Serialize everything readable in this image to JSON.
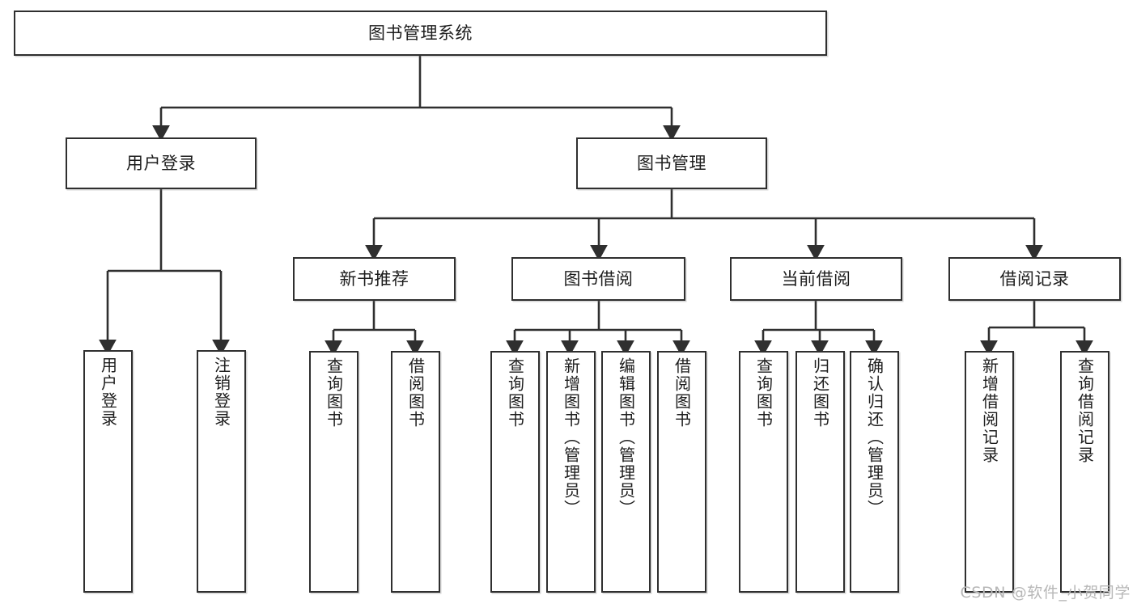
{
  "diagram": {
    "type": "tree-hierarchy",
    "title": "图书管理系统",
    "watermark": "CSDN @软件_小贺同学",
    "colors": {
      "stroke": "#2f2f2f",
      "fill": "#ffffff",
      "text": "#1d1d1d",
      "watermark": "#b7b7b7"
    },
    "nodes": {
      "root": {
        "label": "图书管理系统"
      },
      "level2": [
        {
          "label": "用户登录"
        },
        {
          "label": "图书管理"
        }
      ],
      "level3": [
        {
          "label": "新书推荐"
        },
        {
          "label": "图书借阅"
        },
        {
          "label": "当前借阅"
        },
        {
          "label": "借阅记录"
        }
      ],
      "leaves": {
        "user_login": [
          {
            "label": "用户登录"
          },
          {
            "label": "注销登录"
          }
        ],
        "new_book_rec": [
          {
            "label": "查询图书"
          },
          {
            "label": "借阅图书"
          }
        ],
        "book_borrow": [
          {
            "label": "查询图书"
          },
          {
            "label": "新增图书（管理员）"
          },
          {
            "label": "编辑图书（管理员）"
          },
          {
            "label": "借阅图书"
          }
        ],
        "current_borrow": [
          {
            "label": "查询图书"
          },
          {
            "label": "归还图书"
          },
          {
            "label": "确认归还（管理员）"
          }
        ],
        "borrow_record": [
          {
            "label": "新增借阅记录"
          },
          {
            "label": "查询借阅记录"
          }
        ]
      }
    }
  }
}
